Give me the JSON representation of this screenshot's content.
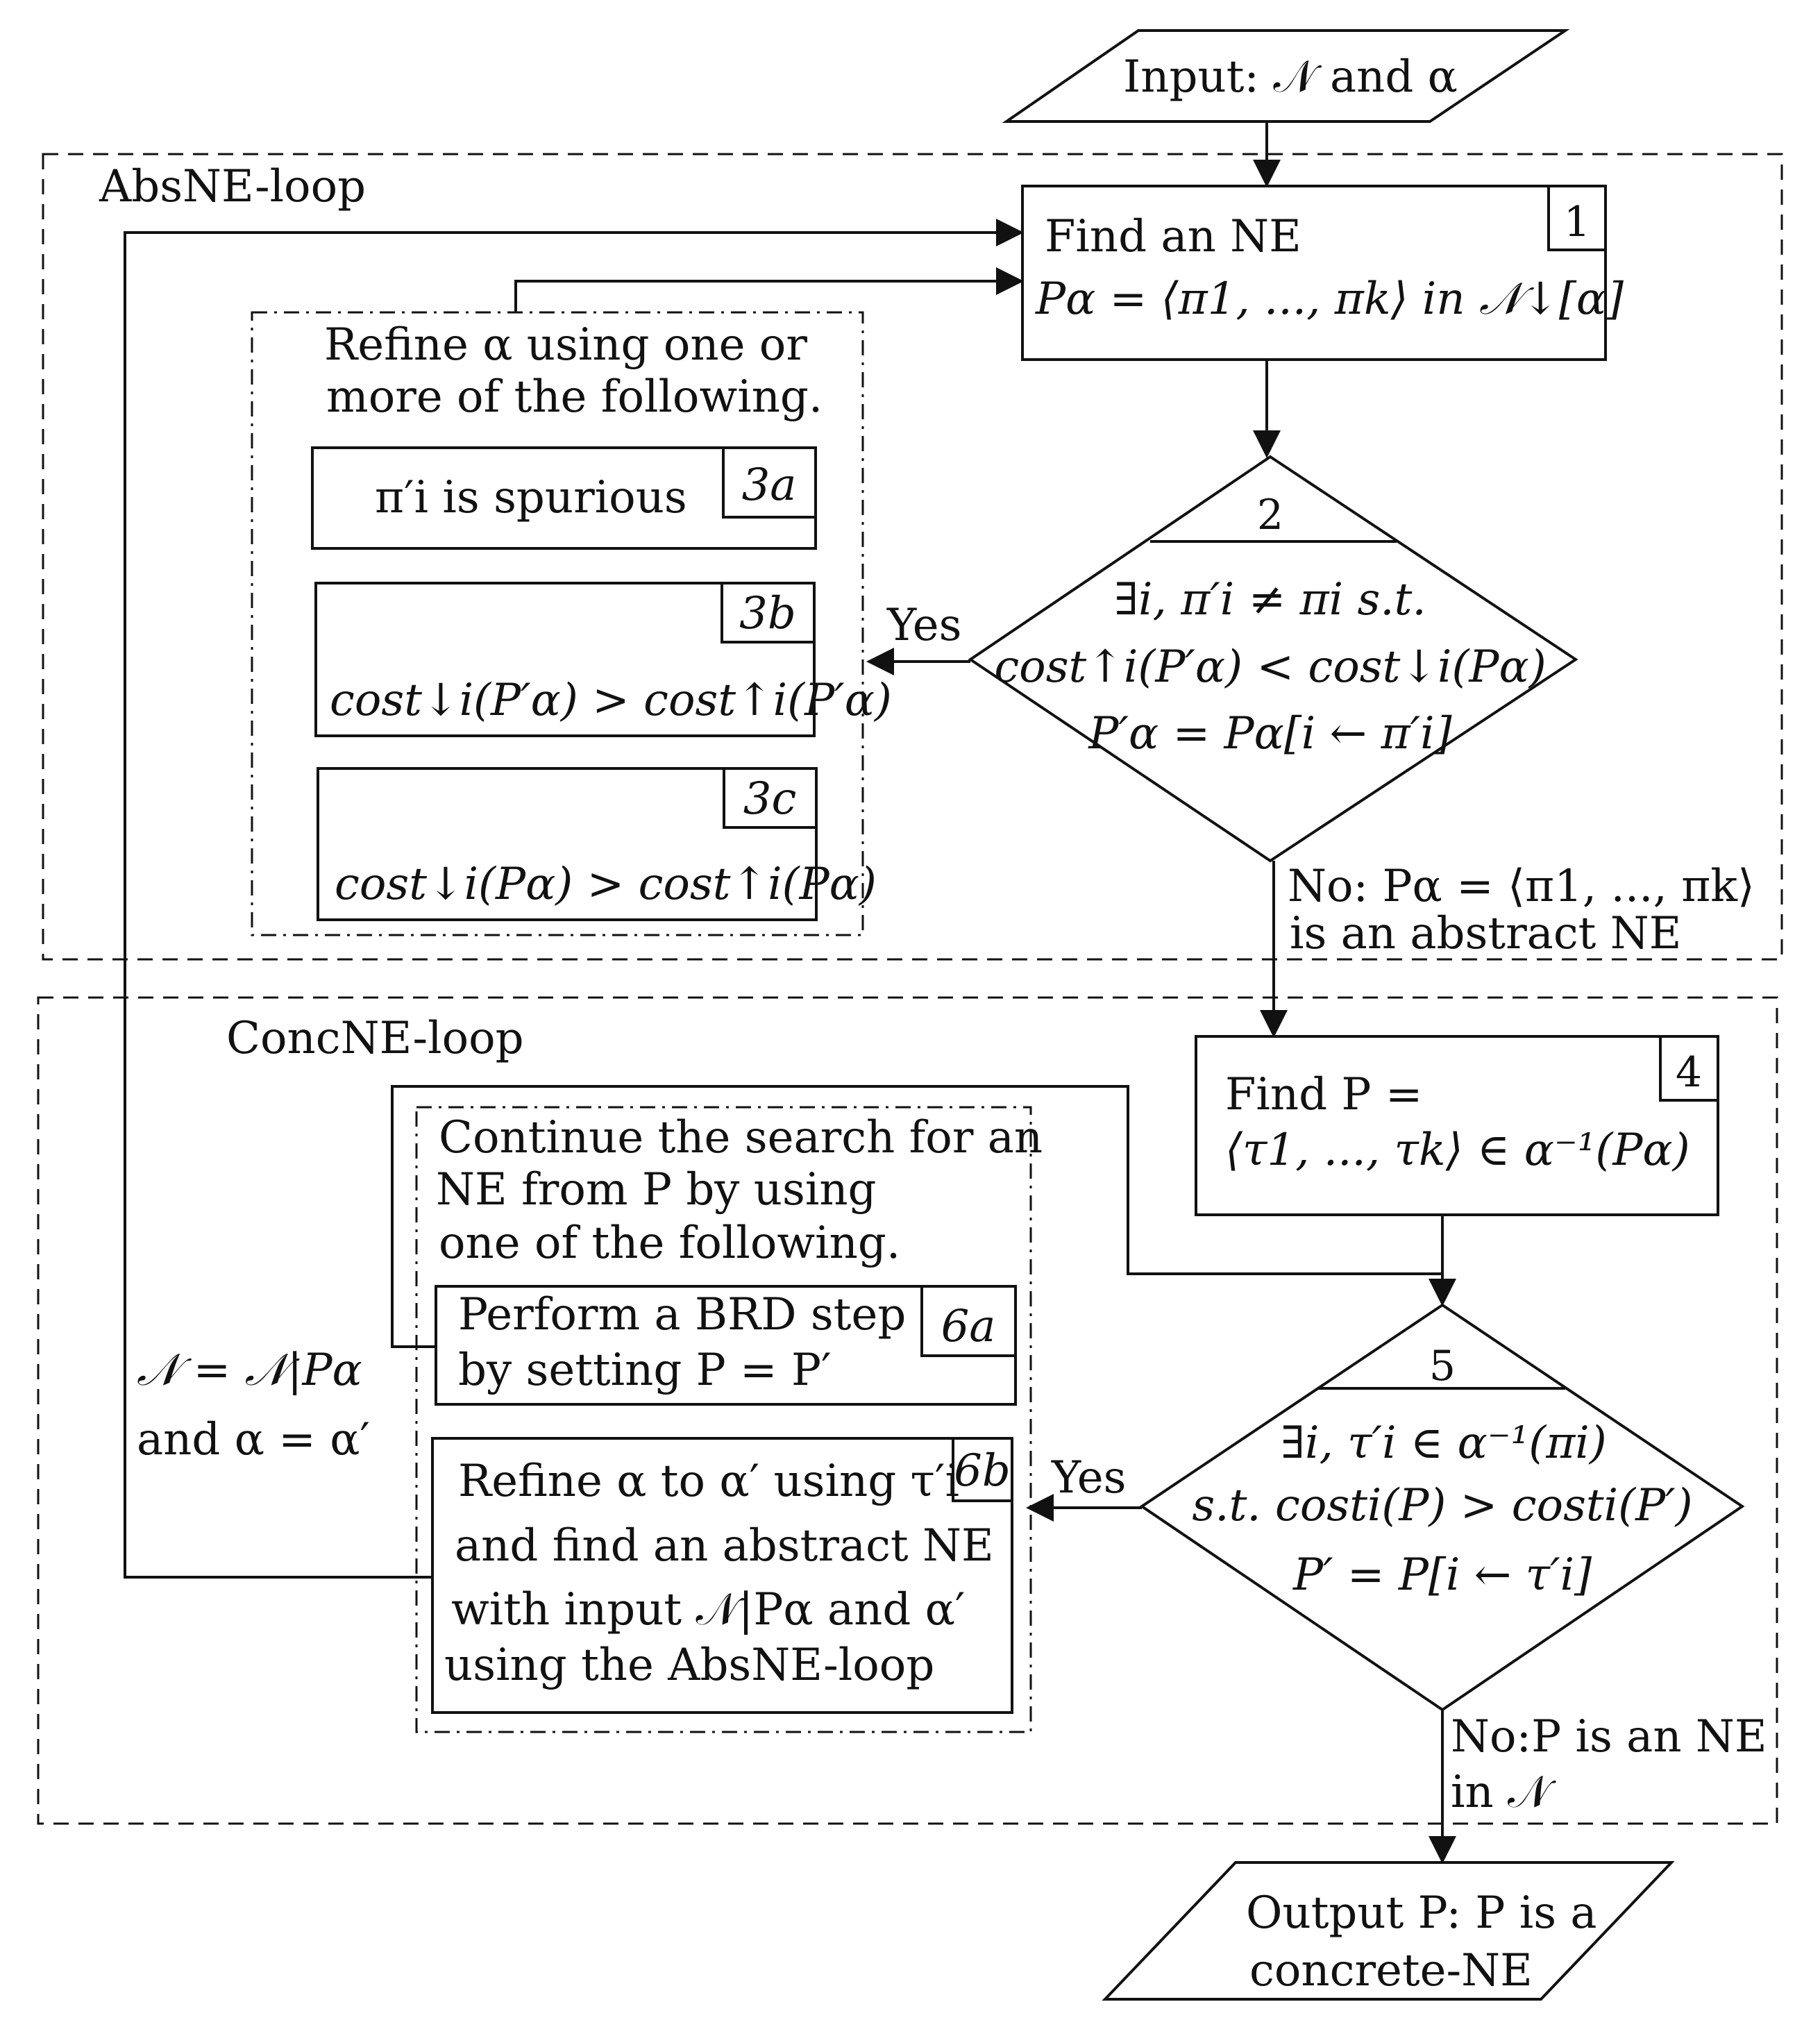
{
  "input_box": {
    "label": "Input: 𝒩 and α"
  },
  "absne_loop": {
    "title": "AbsNE-loop"
  },
  "concne_loop": {
    "title": "ConcNE-loop"
  },
  "box1": {
    "tag": "1",
    "line1": "Find an NE",
    "line2": "Pα = ⟨π1, ..., πk⟩ in 𝒩↓[α]"
  },
  "refine_group": {
    "line1": "Refine α using one or",
    "line2": "more of the following."
  },
  "box3a": {
    "tag": "3a",
    "text": "π′i is spurious"
  },
  "box3b": {
    "tag": "3b",
    "text": "cost↓i(P′α) > cost↑i(P′α)"
  },
  "box3c": {
    "tag": "3c",
    "text": "cost↓i(Pα) > cost↑i(Pα)"
  },
  "diamond2": {
    "tag": "2",
    "line1": "∃i, π′i ≠ πi s.t.",
    "line2": "cost↑i(P′α) < cost↓i(Pα)",
    "line3": "P′α = Pα[i ← π′i]"
  },
  "yes2": "Yes",
  "no2": {
    "line1": "No: Pα = ⟨π1, ..., πk⟩",
    "line2": "is an abstract NE"
  },
  "box4": {
    "tag": "4",
    "line1": "Find P =",
    "line2": "⟨τ1, ..., τk⟩ ∈ α⁻¹(Pα)"
  },
  "continue_group": {
    "line1": "Continue the search for an",
    "line2": "NE from P by using",
    "line3": "one of the following."
  },
  "box6a": {
    "tag": "6a",
    "line1": "Perform a BRD step",
    "line2": "by setting P = P′"
  },
  "box6b": {
    "tag": "6b",
    "line1": "Refine α to α′ using τ′i",
    "line2": "and find an abstract NE",
    "line3": "with input 𝒩|Pα and α′",
    "line4": "using the AbsNE-loop"
  },
  "side_label": {
    "line1": "𝒩 = 𝒩|Pα",
    "line2": "and α = α′"
  },
  "diamond5": {
    "tag": "5",
    "line1": "∃i, τ′i ∈ α⁻¹(πi)",
    "line2": "s.t. costi(P) > costi(P′)",
    "line3": "P′ = P[i ← τ′i]"
  },
  "yes5": "Yes",
  "no5": {
    "line1": "No:P is an NE",
    "line2": "in 𝒩"
  },
  "output_box": {
    "line1": "Output P: P is a",
    "line2": "concrete-NE"
  }
}
